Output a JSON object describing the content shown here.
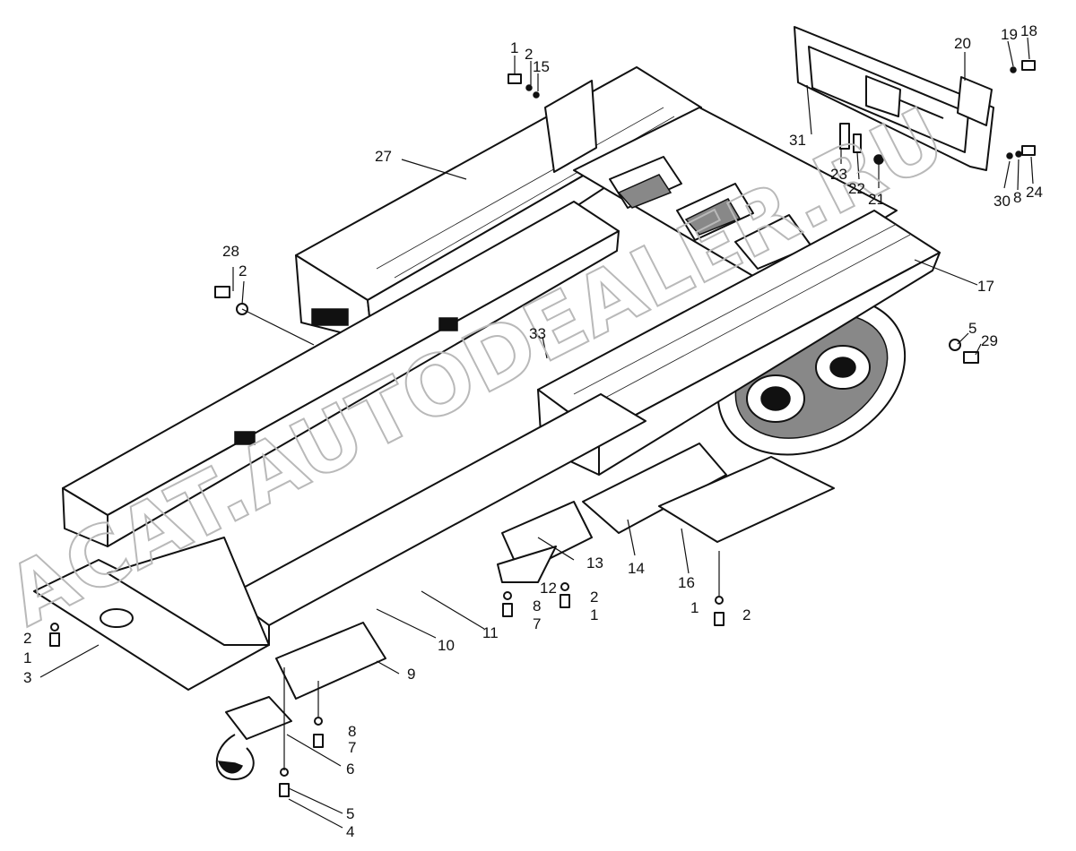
{
  "watermark": "ACAT.AUTODEALER.RU",
  "callouts": [
    {
      "id": "c1a",
      "text": "1"
    },
    {
      "id": "c2a",
      "text": "2"
    },
    {
      "id": "c15",
      "text": "15"
    },
    {
      "id": "c19",
      "text": "19"
    },
    {
      "id": "c18",
      "text": "18"
    },
    {
      "id": "c20",
      "text": "20"
    },
    {
      "id": "c27",
      "text": "27"
    },
    {
      "id": "c31",
      "text": "31"
    },
    {
      "id": "c23",
      "text": "23"
    },
    {
      "id": "c22",
      "text": "22"
    },
    {
      "id": "c21",
      "text": "21"
    },
    {
      "id": "c30",
      "text": "30"
    },
    {
      "id": "c8a",
      "text": "8"
    },
    {
      "id": "c24",
      "text": "24"
    },
    {
      "id": "c28",
      "text": "28"
    },
    {
      "id": "c2b",
      "text": "2"
    },
    {
      "id": "c17",
      "text": "17"
    },
    {
      "id": "c33",
      "text": "33"
    },
    {
      "id": "c5a",
      "text": "5"
    },
    {
      "id": "c29",
      "text": "29"
    },
    {
      "id": "c13",
      "text": "13"
    },
    {
      "id": "c14",
      "text": "14"
    },
    {
      "id": "c16",
      "text": "16"
    },
    {
      "id": "c8b",
      "text": "8"
    },
    {
      "id": "c12",
      "text": "12"
    },
    {
      "id": "c2c",
      "text": "2"
    },
    {
      "id": "c7a",
      "text": "7"
    },
    {
      "id": "c1b",
      "text": "1"
    },
    {
      "id": "c1c",
      "text": "1"
    },
    {
      "id": "c2d",
      "text": "2"
    },
    {
      "id": "c10",
      "text": "10"
    },
    {
      "id": "c11",
      "text": "11"
    },
    {
      "id": "c2e",
      "text": "2"
    },
    {
      "id": "c1d",
      "text": "1"
    },
    {
      "id": "c3",
      "text": "3"
    },
    {
      "id": "c9",
      "text": "9"
    },
    {
      "id": "c8c",
      "text": "8"
    },
    {
      "id": "c7b",
      "text": "7"
    },
    {
      "id": "c6",
      "text": "6"
    },
    {
      "id": "c5b",
      "text": "5"
    },
    {
      "id": "c4",
      "text": "4"
    }
  ]
}
